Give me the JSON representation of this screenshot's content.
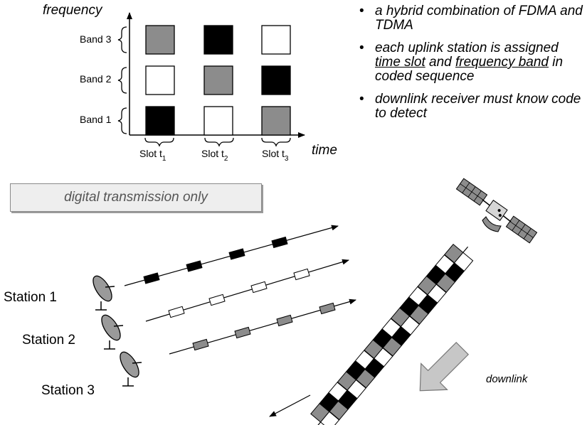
{
  "axis": {
    "y_label": "frequency",
    "x_label": "time",
    "bands": [
      "Band 3",
      "Band 2",
      "Band 1"
    ],
    "slots": [
      {
        "base": "Slot t",
        "sub": "1"
      },
      {
        "base": "Slot t",
        "sub": "2"
      },
      {
        "base": "Slot t",
        "sub": "3"
      }
    ]
  },
  "grid_fill": [
    [
      "gray",
      "black",
      "white"
    ],
    [
      "white",
      "gray",
      "black"
    ],
    [
      "black",
      "white",
      "gray"
    ]
  ],
  "colors": {
    "black": "#000000",
    "gray": "#8c8c8c",
    "white": "#ffffff"
  },
  "bullets": [
    {
      "parts": [
        {
          "text": "a hybrid combination of FDMA and TDMA",
          "u": false
        }
      ]
    },
    {
      "parts": [
        {
          "text": "each uplink station is assigned ",
          "u": false
        },
        {
          "text": "time slot",
          "u": true
        },
        {
          "text": " and ",
          "u": false
        },
        {
          "text": "frequency band",
          "u": true
        },
        {
          "text": " in coded sequence",
          "u": false
        }
      ]
    },
    {
      "parts": [
        {
          "text": "downlink receiver must know code to detect",
          "u": false
        }
      ]
    }
  ],
  "note": "digital transmission only",
  "stations": [
    "Station 1",
    "Station 2",
    "Station 3"
  ],
  "downlink_label": "downlink",
  "icons": {
    "satellite": "satellite-icon",
    "dish": "dish-antenna-icon",
    "arrow": "downlink-arrow-icon"
  }
}
